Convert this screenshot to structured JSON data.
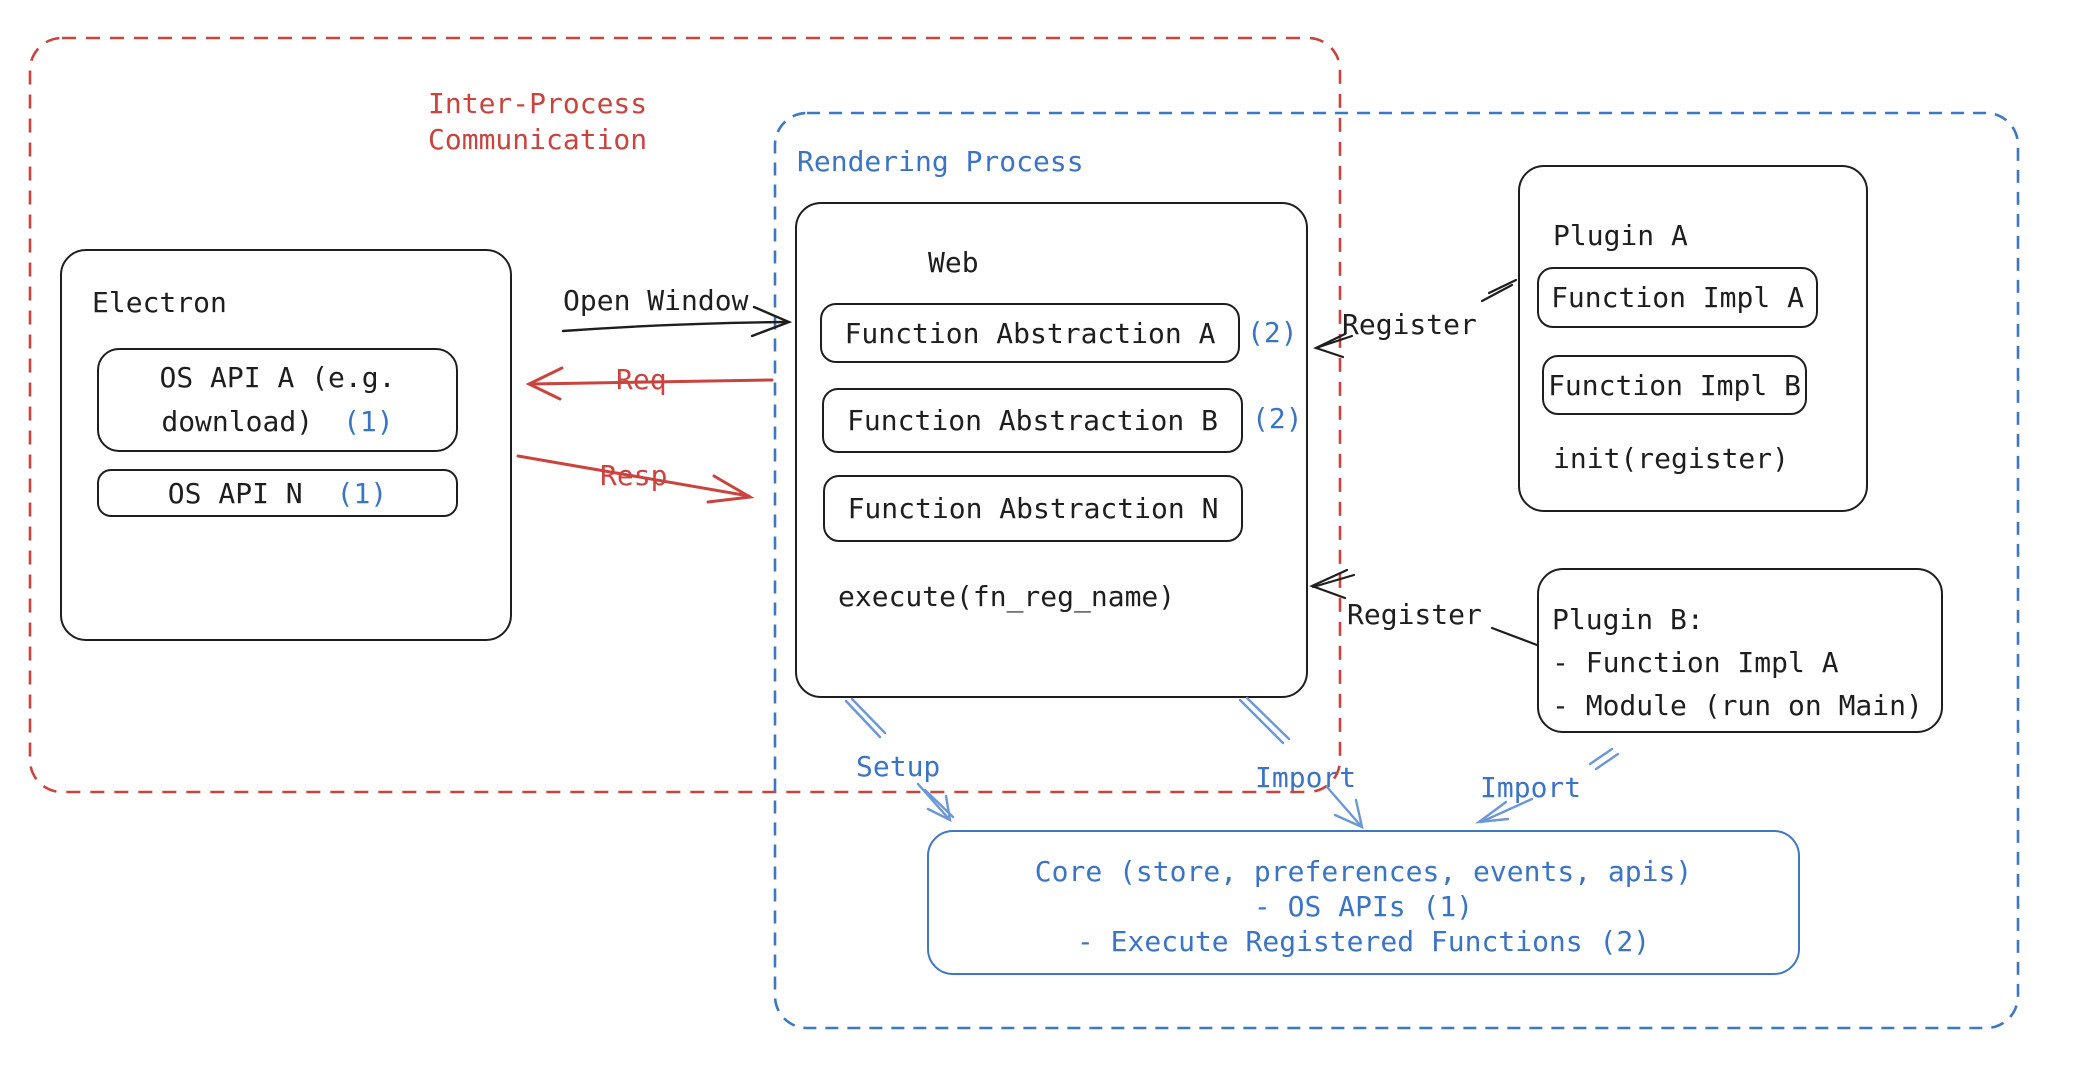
{
  "groups": {
    "ipc": {
      "label_line1": "Inter-Process",
      "label_line2": "Communication"
    },
    "rendering": {
      "label": "Rendering Process"
    }
  },
  "electron": {
    "title": "Electron",
    "os_api_a_line1": "OS API A (e.g.",
    "os_api_a_line2": "download)",
    "os_api_a_badge": "(1)",
    "os_api_n": "OS API N",
    "os_api_n_badge": "(1)"
  },
  "web": {
    "title": "Web",
    "fa_a": "Function Abstraction A",
    "fa_a_badge": "(2)",
    "fa_b": "Function Abstraction B",
    "fa_b_badge": "(2)",
    "fa_n": "Function Abstraction N",
    "execute": "execute(fn_reg_name)"
  },
  "plugin_a": {
    "title": "Plugin A",
    "impl_a": "Function Impl A",
    "impl_b": "Function Impl B",
    "init": "init(register)"
  },
  "plugin_b": {
    "title": "Plugin B:",
    "item1": "- Function Impl A",
    "item2": "- Module (run on Main)"
  },
  "core": {
    "line1": "Core (store, preferences, events, apis)",
    "line2": "- OS APIs (1)",
    "line3": "- Execute Registered Functions (2)"
  },
  "labels": {
    "open_window": "Open Window",
    "req": "Req",
    "resp": "Resp",
    "register_top": "Register",
    "register_bottom": "Register",
    "setup": "Setup",
    "import_web": "Import",
    "import_plugin_b": "Import"
  },
  "colors": {
    "ink": "#1e1e1e",
    "red": "#c9443e",
    "blue_text": "#3b74c4",
    "blue_border": "#3e77c2",
    "blue_arrow": "#6b97d8"
  }
}
